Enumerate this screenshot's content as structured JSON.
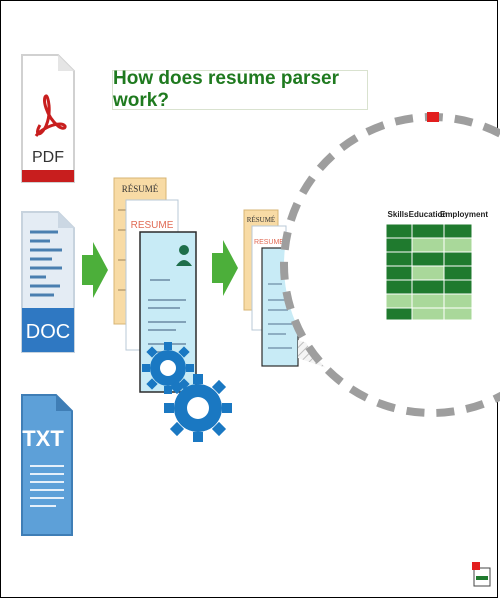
{
  "title": "How does resume parser work?",
  "inputs": {
    "pdf": "PDF",
    "doc": "DOC",
    "txt": "TXT"
  },
  "resume_label": "RESUME",
  "resume_label_alt": "RÉSUMÉ",
  "table": {
    "headers": [
      "Skills",
      "Education",
      "Employment"
    ]
  },
  "colors": {
    "title_green": "#1f7a1f",
    "arrow_green": "#4caf3a",
    "gear_blue": "#1a78c2",
    "pdf_red": "#c81e1e",
    "doc_blue": "#2f78c2",
    "table_green_dark": "#1f7a2e",
    "table_green_light": "#a9d89a"
  }
}
